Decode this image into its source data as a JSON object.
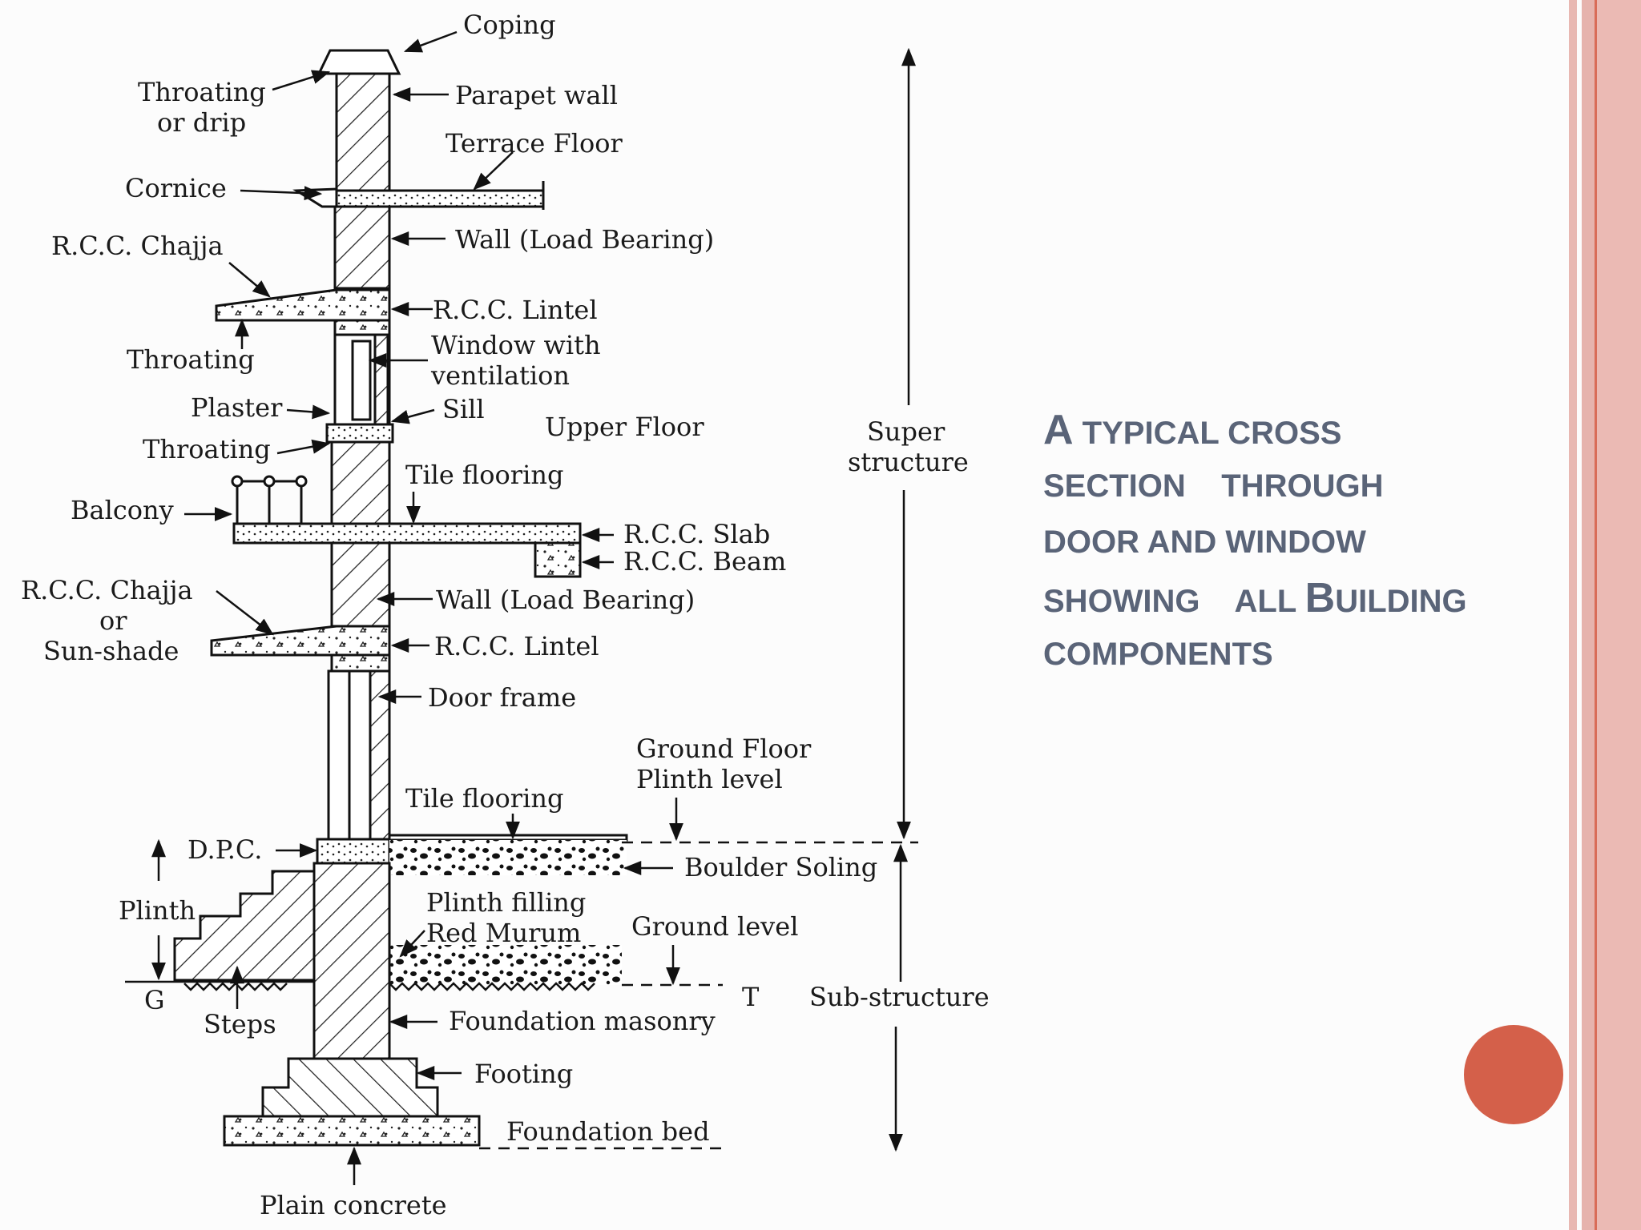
{
  "title": {
    "line1": {
      "cap": "A",
      "rest": " TYPICAL CROSS"
    },
    "line2": "SECTION    THROUGH",
    "line3": "DOOR AND WINDOW",
    "line4": {
      "pre": "SHOWING    ALL ",
      "cap": "B",
      "rest": "UILDING"
    },
    "line5": "COMPONENTS"
  },
  "labels": {
    "coping": "Coping",
    "throating_drip_1": "Throating",
    "throating_drip_2": "or drip",
    "parapet_wall": "Parapet wall",
    "terrace_floor": "Terrace Floor",
    "cornice": "Cornice",
    "wall_load_bearing_top": "Wall (Load Bearing)",
    "rcc_chajja_top": "R.C.C. Chajja",
    "rcc_lintel_top": "R.C.C. Lintel",
    "throating_upper": "Throating",
    "window_1": "Window with",
    "window_2": "ventilation",
    "plaster": "Plaster",
    "sill": "Sill",
    "upper_floor": "Upper Floor",
    "throating_mid": "Throating",
    "tile_flooring_upper": "Tile flooring",
    "balcony": "Balcony",
    "rcc_slab": "R.C.C. Slab",
    "rcc_beam": "R.C.C. Beam",
    "chajja_lower_1": "R.C.C. Chajja",
    "chajja_lower_2": "or",
    "chajja_lower_3": "Sun-shade",
    "wall_load_bearing_lower": "Wall (Load Bearing)",
    "rcc_lintel_lower": "R.C.C. Lintel",
    "door_frame": "Door frame",
    "ground_floor_1": "Ground Floor",
    "ground_floor_2": "Plinth level",
    "tile_flooring_ground": "Tile flooring",
    "dpc": "D.P.C.",
    "boulder_soling": "Boulder Soling",
    "plinth": "Plinth",
    "plinth_filling_1": "Plinth filling",
    "plinth_filling_2": "Red Murum",
    "ground_level": "Ground level",
    "g_mark": "G",
    "t_mark": "T",
    "steps": "Steps",
    "foundation_masonry": "Foundation masonry",
    "footing": "Footing",
    "foundation_bed": "Foundation bed",
    "plain_concrete": "Plain concrete",
    "super_1": "Super",
    "super_2": "structure",
    "sub_structure": "Sub-structure"
  },
  "colors": {
    "title": "#5a6478",
    "accent_circle": "#d4604a",
    "band": "#e6b3ad",
    "band_line": "#d96c58"
  }
}
